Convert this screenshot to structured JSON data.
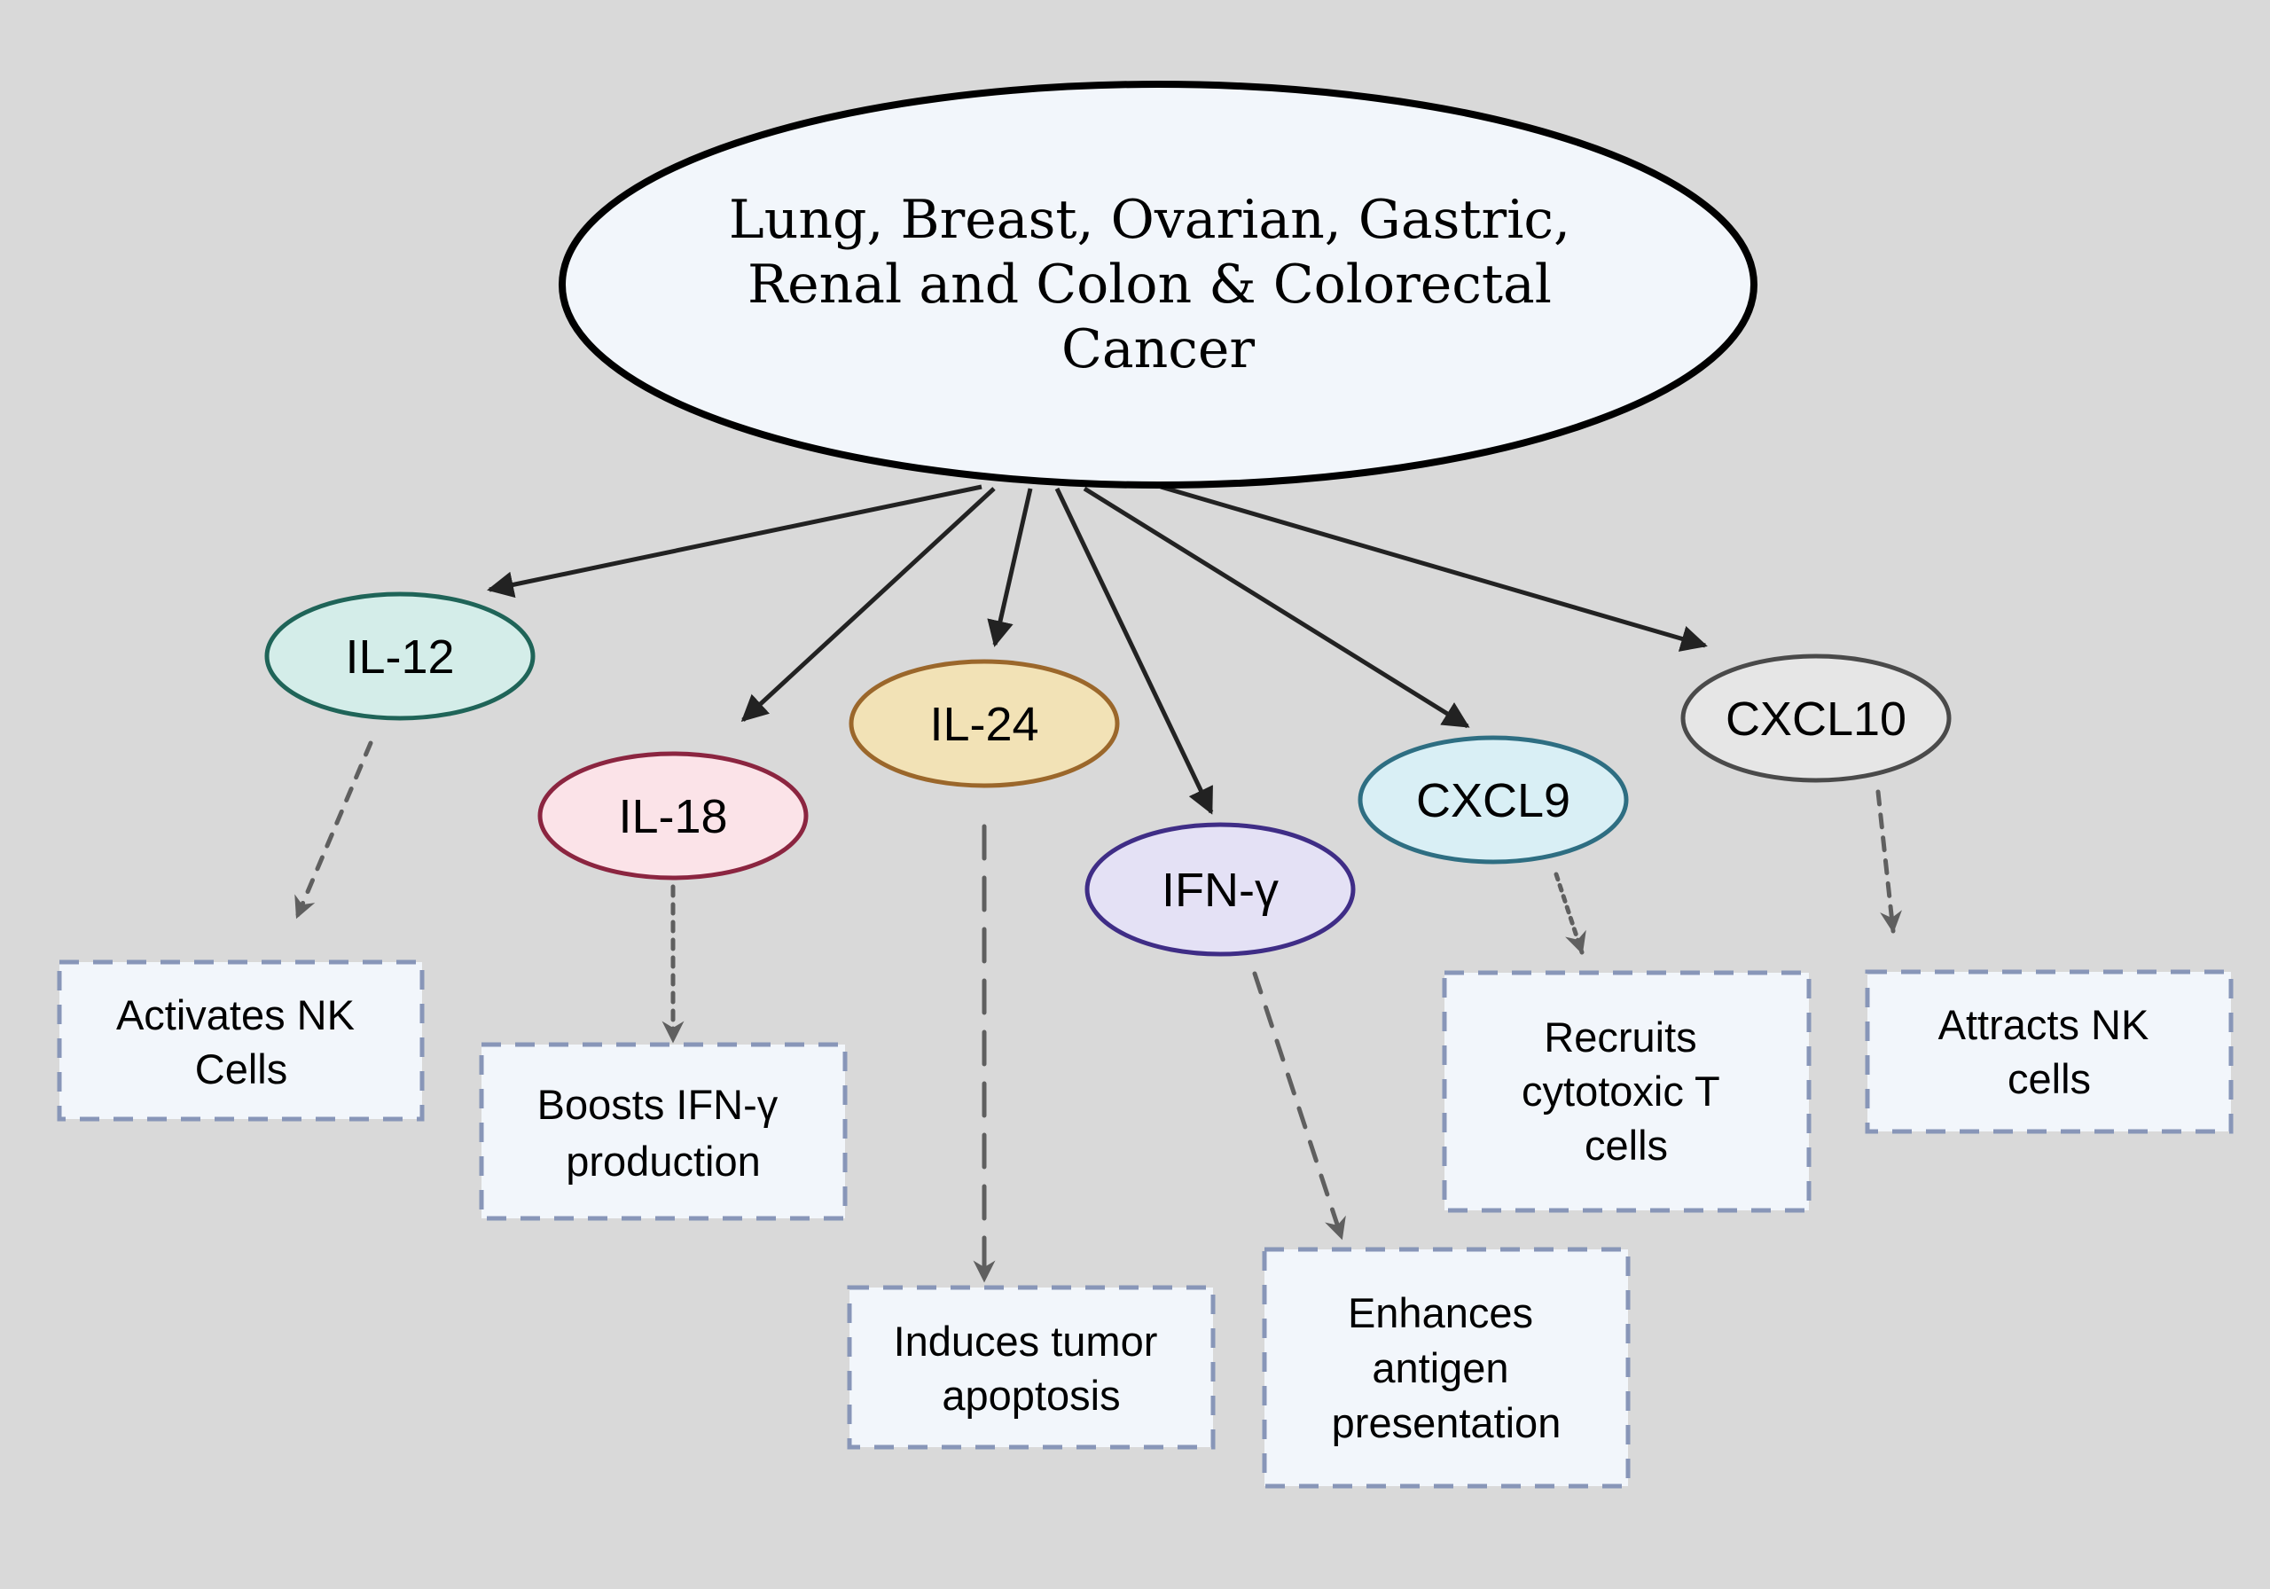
{
  "diagram": {
    "root": {
      "lines": [
        "Lung, Breast, Ovarian, Gastric,",
        "Renal and Colon & Colorectal",
        "Cancer"
      ]
    },
    "nodes": [
      {
        "id": "il-12",
        "label": "IL-12",
        "stroke": "#1f6458",
        "fill": "#d4ede9"
      },
      {
        "id": "il-18",
        "label": "IL-18",
        "stroke": "#8b2540",
        "fill": "#fbe3e8"
      },
      {
        "id": "il-24",
        "label": "IL-24",
        "stroke": "#9b672b",
        "fill": "#f2e2b6"
      },
      {
        "id": "ifn-gamma",
        "label": "IFN-γ",
        "stroke": "#3f2d86",
        "fill": "#e4e1f5"
      },
      {
        "id": "cxcl9",
        "label": "CXCL9",
        "stroke": "#2e6e82",
        "fill": "#d9eff5"
      },
      {
        "id": "cxcl10",
        "label": "CXCL10",
        "stroke": "#4a4a4a",
        "fill": "#e6e6e6"
      }
    ],
    "effects": [
      {
        "id": "activates-nk-cells",
        "from": "il-12",
        "lines": [
          "Activates NK",
          "Cells"
        ]
      },
      {
        "id": "boosts-ifn-gamma-production",
        "from": "il-18",
        "lines": [
          "Boosts IFN-γ",
          "production"
        ]
      },
      {
        "id": "induces-tumor-apoptosis",
        "from": "il-24",
        "lines": [
          "Induces tumor",
          "apoptosis"
        ]
      },
      {
        "id": "enhances-antigen-presentation",
        "from": "ifn-gamma",
        "lines": [
          "Enhances",
          "antigen",
          "presentation"
        ]
      },
      {
        "id": "recruits-cytotoxic-t-cells",
        "from": "cxcl9",
        "lines": [
          "Recruits",
          "cytotoxic T",
          "cells"
        ]
      },
      {
        "id": "attracts-nk-cells",
        "from": "cxcl10",
        "lines": [
          "Attracts NK",
          "cells"
        ]
      }
    ],
    "colors": {
      "background": "#d9d9d9",
      "root_fill": "#f2f6fb",
      "root_stroke": "#000000",
      "solid_arrow": "#222222",
      "dashed_arrow": "#5f5f5f",
      "box_fill": "#f2f6fb",
      "box_stroke": "#8896b8"
    }
  }
}
